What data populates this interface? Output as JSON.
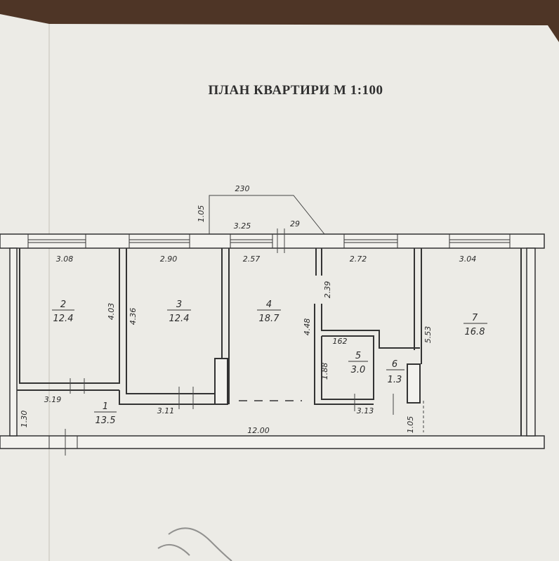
{
  "title": "ПЛАН КВАРТИРИ М 1:100",
  "dimensions": {
    "balcony_width": "230",
    "balcony_depth": "1.05",
    "d_325": "3.25",
    "d_29": "29",
    "d_308": "3.08",
    "d_290": "2.90",
    "d_257": "2.57",
    "d_272": "2.72",
    "d_304": "3.04",
    "d_403": "4.03",
    "d_436": "4.36",
    "d_239": "2.39",
    "d_448": "4.48",
    "d_553": "5.53",
    "d_162": "162",
    "d_188": "1.88",
    "d_319": "3.19",
    "d_311": "3.11",
    "d_313": "3.13",
    "d_130": "1.30",
    "d_105b": "1.05",
    "d_1200": "12.00"
  },
  "rooms": [
    {
      "number": "1",
      "area": "13.5"
    },
    {
      "number": "2",
      "area": "12.4"
    },
    {
      "number": "3",
      "area": "12.4"
    },
    {
      "number": "4",
      "area": "18.7"
    },
    {
      "number": "5",
      "area": "3.0"
    },
    {
      "number": "6",
      "area": "1.3"
    },
    {
      "number": "7",
      "area": "16.8"
    }
  ]
}
